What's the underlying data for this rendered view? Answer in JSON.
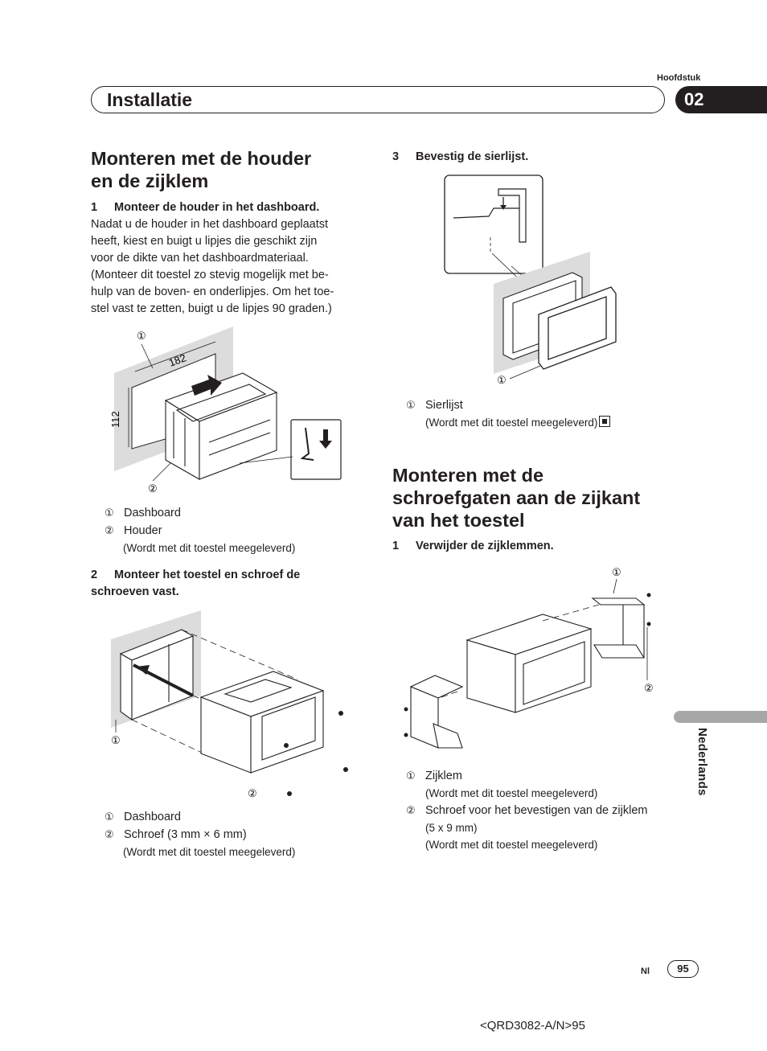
{
  "header": {
    "chapter_label": "Hoofdstuk",
    "title": "Installatie",
    "chapter_number": "02"
  },
  "left_column": {
    "section_title_line1": "Monteren met de houder",
    "section_title_line2": "en de zijklem",
    "step1": {
      "number": "1",
      "title": "Monteer de houder in het dashboard.",
      "lines": [
        "Nadat u de houder in het dashboard geplaatst",
        "heeft, kiest en buigt u lipjes die geschikt zijn",
        "voor de dikte van het dashboardmateriaal.",
        "(Monteer dit toestel zo stevig mogelijk met be-",
        "hulp van de boven- en onderlipjes. Om het toe-",
        "stel vast te zetten, buigt u de lipjes 90 graden.)"
      ]
    },
    "figure1": {
      "callout1": "①",
      "callout2": "②",
      "dim_width": "182",
      "dim_height": "112"
    },
    "legend1": {
      "item1_num": "①",
      "item1": "Dashboard",
      "item2_num": "②",
      "item2": "Houder",
      "item2_note": "(Wordt met dit toestel meegeleverd)"
    },
    "step2": {
      "number": "2",
      "title_line1": "Monteer het toestel en schroef de",
      "title_line2": "schroeven vast."
    },
    "figure2": {
      "callout1": "①",
      "callout2": "②"
    },
    "legend2": {
      "item1_num": "①",
      "item1": "Dashboard",
      "item2_num": "②",
      "item2": "Schroef (3 mm × 6 mm)",
      "item2_note": "(Wordt met dit toestel meegeleverd)"
    }
  },
  "right_column": {
    "step3": {
      "number": "3",
      "title": "Bevestig de sierlijst."
    },
    "figure3": {
      "callout1": "①"
    },
    "legend3": {
      "item1_num": "①",
      "item1": "Sierlijst",
      "item1_note": "(Wordt met dit toestel meegeleverd)",
      "note_icon": "stop-square-icon"
    },
    "section2_title_line1": "Monteren met de",
    "section2_title_line2": "schroefgaten aan de zijkant",
    "section2_title_line3": "van het toestel",
    "step_b1": {
      "number": "1",
      "title": "Verwijder de zijklemmen."
    },
    "figure4": {
      "callout1": "①",
      "callout2": "②"
    },
    "legend4": {
      "item1_num": "①",
      "item1": "Zijklem",
      "item1_note": "(Wordt met dit toestel meegeleverd)",
      "item2_num": "②",
      "item2": "Schroef voor het bevestigen van de zijklem",
      "item2_note1": "(5 x 9 mm)",
      "item2_note2": "(Wordt met dit toestel meegeleverd)"
    }
  },
  "side_tab": {
    "language": "Nederlands",
    "color": "#a7a7a7"
  },
  "footer": {
    "lang_code": "Nl",
    "page_number": "95",
    "doc_code": "<QRD3082-A/N>95"
  }
}
